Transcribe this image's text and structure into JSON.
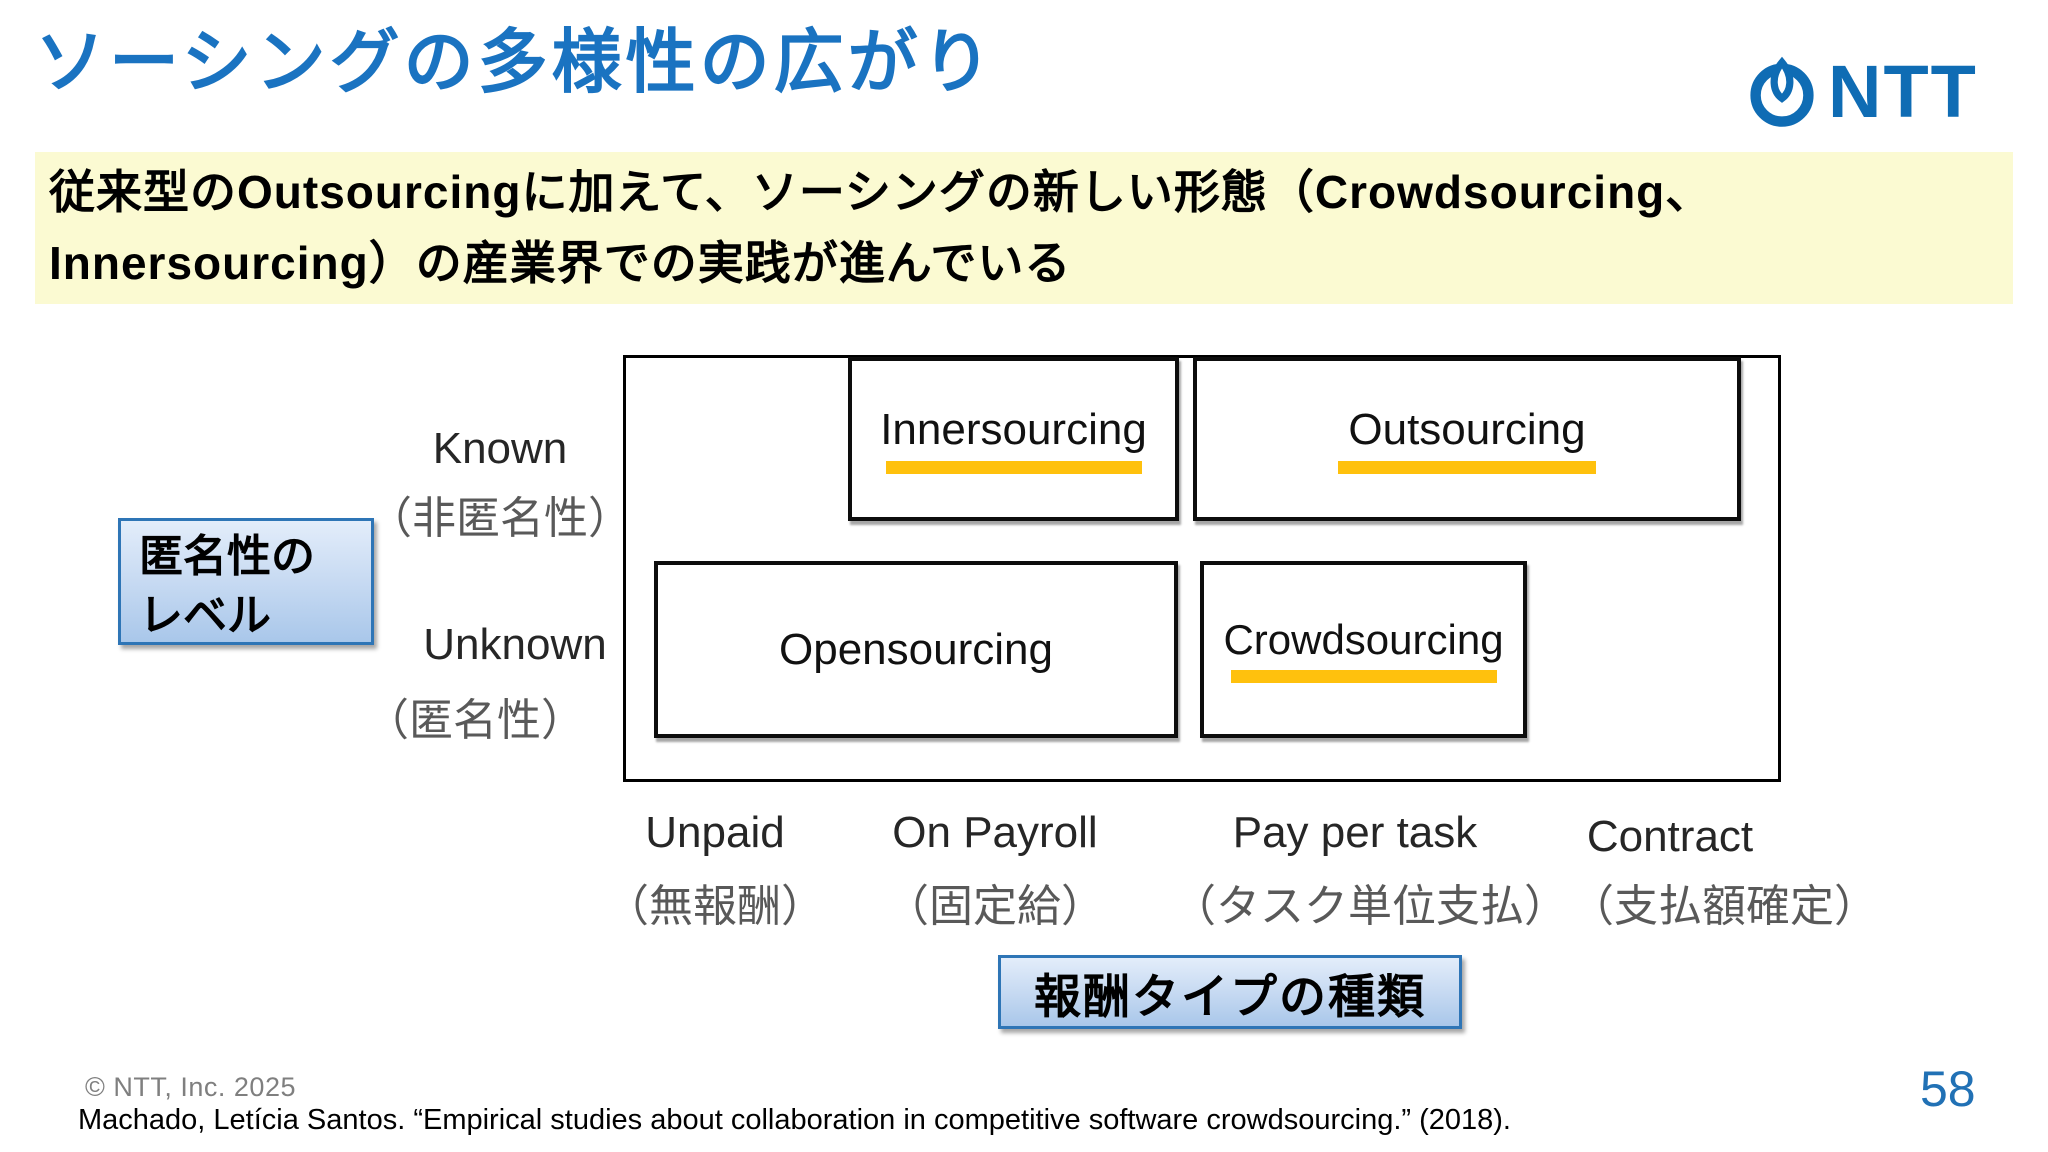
{
  "slide": {
    "title": "ソーシングの多様性の広がり",
    "logo_text": "NTT",
    "page_number": "58",
    "copyright": "© NTT, Inc.  2025",
    "citation": "Machado, Letícia Santos. “Empirical studies about collaboration in competitive software crowdsourcing.” (2018)."
  },
  "banner": {
    "text": "従来型のOutsourcingに加えて、ソーシングの新しい形態（Crowdsourcing、\nInnersourcing）の産業界での実践が進んでいる"
  },
  "diagram": {
    "y_axis_box_label": "匿名性の\nレベル",
    "x_axis_box_label": "報酬タイプの種類",
    "rows": [
      {
        "en": "Known",
        "ja": "（非匿名性）"
      },
      {
        "en": "Unknown",
        "ja": "（匿名性）"
      }
    ],
    "columns": [
      {
        "en": "Unpaid",
        "ja": "（無報酬）"
      },
      {
        "en": "On Payroll",
        "ja": "（固定給）"
      },
      {
        "en": "Pay per task",
        "ja": "（タスク単位支払）"
      },
      {
        "en": "Contract",
        "ja": "（支払額確定）"
      }
    ],
    "cells": [
      {
        "label": "Innersourcing",
        "underlined": true
      },
      {
        "label": "Outsourcing",
        "underlined": true
      },
      {
        "label": "Opensourcing",
        "underlined": false
      },
      {
        "label": "Crowdsourcing",
        "underlined": true
      }
    ]
  },
  "colors": {
    "title_blue": "#1A73C1",
    "logo_blue": "#0F6CB4",
    "banner_bg": "#FBFAD2",
    "underline_gold": "#FFC10D",
    "axis_box_border_blue": "#2E75B6",
    "label_gray": "#595959",
    "page_number_blue": "#2171B5"
  }
}
